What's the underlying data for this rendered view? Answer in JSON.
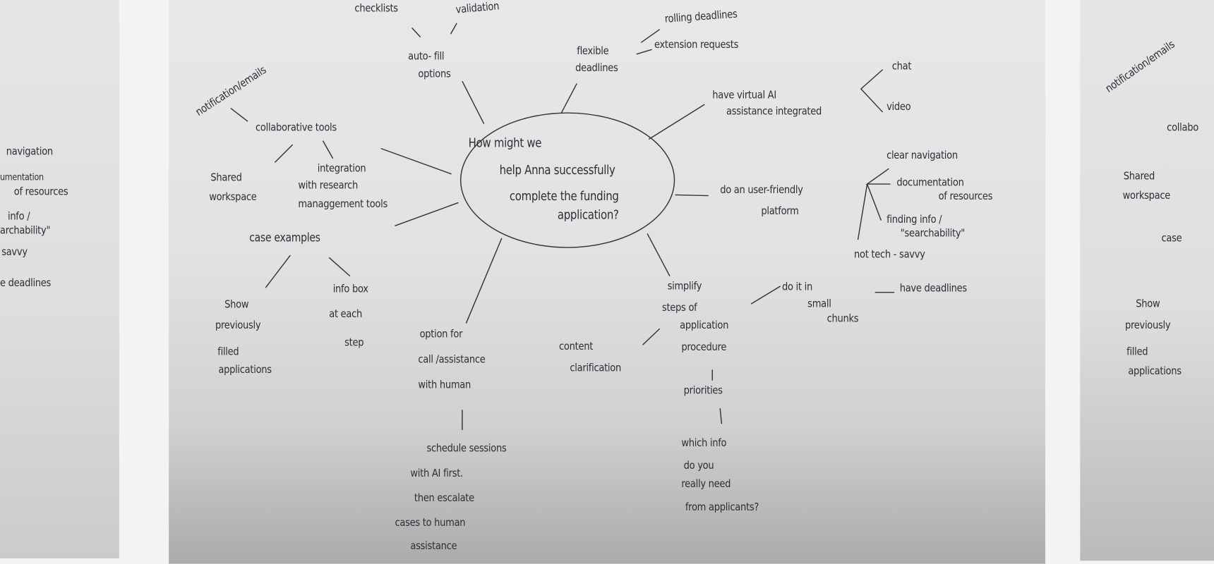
{
  "left_panel": {
    "texts": [
      "navigation",
      "umentation",
      "of resources",
      "info /",
      "archability\"",
      "savvy",
      "e deadlines"
    ]
  },
  "right_panel": {
    "texts": [
      "notification/emails",
      "collabo",
      "Shared",
      "workspace",
      "case",
      "Show",
      "previously",
      "filled",
      "applications"
    ]
  },
  "mindmap": {
    "center": [
      "How might we",
      "help Anna successfully",
      "complete the funding",
      "application?"
    ],
    "auto_fill": {
      "label": [
        "auto- fill",
        "options"
      ],
      "children": [
        "checklists",
        "validation"
      ]
    },
    "flexible_deadlines": {
      "label": [
        "flexible",
        "deadlines"
      ],
      "children": [
        "rolling deadlines",
        "extension requests"
      ]
    },
    "virtual_ai": {
      "label": [
        "have virtual AI",
        "assistance integrated"
      ],
      "children": [
        "chat",
        "video"
      ]
    },
    "user_friendly": {
      "label": [
        "do an user-friendly",
        "platform"
      ],
      "children": [
        "clear navigation",
        "documentation",
        "of resources",
        "finding info /",
        "\"searchability\"",
        "not tech - savvy"
      ]
    },
    "collaborative": {
      "label": "collaborative tools",
      "parent_note": "notification/emails",
      "children": [
        "Shared",
        "workspace",
        "integration",
        "with research",
        "managgement tools"
      ]
    },
    "case_examples": {
      "label": "case examples",
      "children": [
        "Show",
        "previously",
        "filled",
        "applications",
        "info box",
        "at each",
        "step"
      ]
    },
    "human_call": {
      "label": [
        "option for",
        "call /assistance",
        "with human"
      ],
      "children": [
        "schedule sessions",
        "with AI first.",
        "then escalate",
        "cases to human",
        "assistance"
      ]
    },
    "simplify": {
      "label": [
        "simplify",
        "steps of",
        "application",
        "procedure"
      ],
      "children": [
        "content",
        "clarification",
        "priorities",
        "which info",
        "do you",
        "really need",
        "from applicants?",
        "do it in",
        "small",
        "chunks",
        "have deadlines"
      ]
    }
  }
}
